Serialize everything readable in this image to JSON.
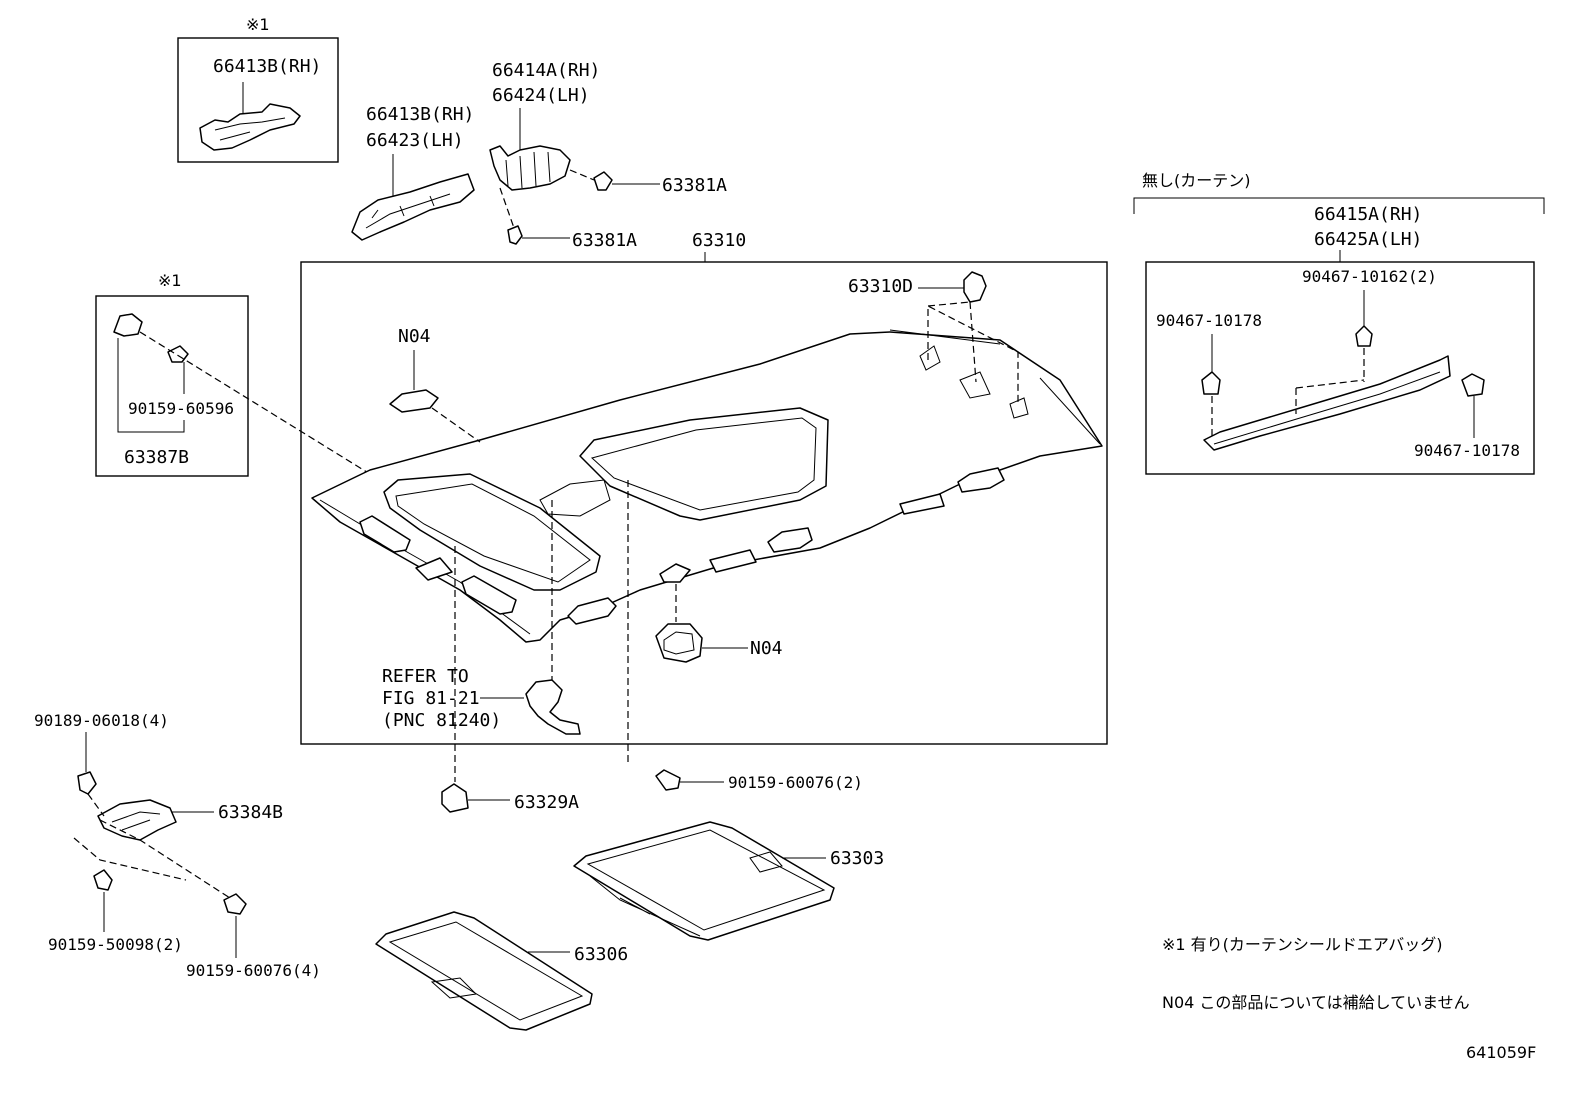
{
  "figure_code": "641059F",
  "notes": {
    "airbag_note": "※1 有り(カーテンシールドエアバッグ)",
    "n04_note": "N04 この部品については補給していません",
    "curtain_header": "無し(カーテン)"
  },
  "labels": {
    "p66413b_rh_top": "66413B(RH)",
    "mark_1_top": "※1",
    "mark_1_left": "※1",
    "p66413b_rh": "66413B(RH)",
    "p66423_lh": "66423(LH)",
    "p66414a_rh": "66414A(RH)",
    "p66424_lh": "66424(LH)",
    "p63381a_right": "63381A",
    "p63381a_lower": "63381A",
    "p63310": "63310",
    "p63310d": "63310D",
    "n04_top": "N04",
    "n04_lower": "N04",
    "p90159_60596": "90159-60596",
    "p63387b": "63387B",
    "refer_line1": "REFER TO",
    "refer_line2": "FIG 81-21",
    "refer_line3": "(PNC 81240)",
    "p90159_60076_2": "90159-60076(2)",
    "p63329a": "63329A",
    "p90189_06018_4": "90189-06018(4)",
    "p63384b": "63384B",
    "p90159_50098_2": "90159-50098(2)",
    "p90159_60076_4": "90159-60076(4)",
    "p63303": "63303",
    "p63306": "63306",
    "p66415a_rh": "66415A(RH)",
    "p66425a_lh": "66425A(LH)",
    "p90467_10162_2": "90467-10162(2)",
    "p90467_10178_left": "90467-10178",
    "p90467_10178_right": "90467-10178"
  }
}
